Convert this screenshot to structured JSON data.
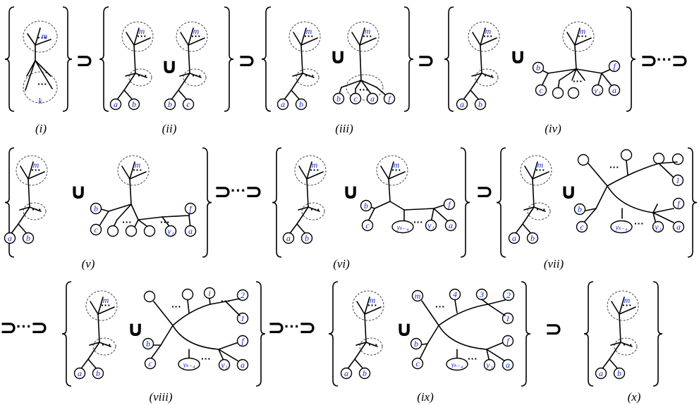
{
  "panel_labels": [
    "(i)",
    "(ii)",
    "(iii)",
    "(iv)",
    "(v)",
    "(vi)",
    "(vii)",
    "(viii)",
    "(ix)",
    "(x)"
  ],
  "symbols": {
    "superset": "⊃",
    "union": "∪",
    "ellipsis": "···",
    "dots": "···"
  },
  "vertex_labels": {
    "m": "m",
    "k": "k",
    "a": "a",
    "b": "b",
    "c": "c",
    "f": "f",
    "y1": "y₁",
    "yk4": "yₖ₋₄",
    "n1": "1",
    "n2": "2",
    "n3": "3",
    "n4": "4",
    "i": "i"
  },
  "colors": {
    "label_blue": "#1a2fd6",
    "line": "#000000",
    "dashed": "#555555"
  }
}
